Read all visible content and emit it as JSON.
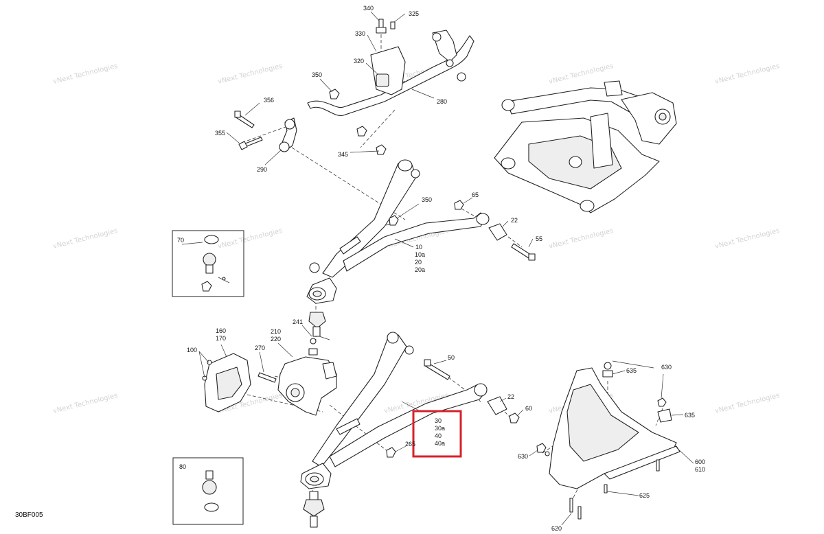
{
  "watermark": "vNext Technologies",
  "figure_code": "30BF005",
  "highlight_color": "#d7202a",
  "callouts": {
    "c340": "340",
    "c325": "325",
    "c330": "330",
    "c320": "320",
    "c350a": "350",
    "c356": "356",
    "c355": "355",
    "c290": "290",
    "c345": "345",
    "c280": "280",
    "c350b": "350",
    "c65": "65",
    "c22a": "22",
    "c55": "55",
    "c10": "10",
    "c10a": "10a",
    "c20": "20",
    "c20a": "20a",
    "c70": "70",
    "c241": "241",
    "c160": "160",
    "c170": "170",
    "c210": "210",
    "c220": "220",
    "c100": "100",
    "c270": "270",
    "c50": "50",
    "c22b": "22",
    "c60": "60",
    "c30": "30",
    "c30a": "30a",
    "c40": "40",
    "c40a": "40a",
    "c265": "265",
    "c80": "80",
    "c630a": "630",
    "c635a": "635",
    "c635b": "635",
    "c630b": "630",
    "c600": "600",
    "c610": "610",
    "c625": "625",
    "c620": "620"
  }
}
